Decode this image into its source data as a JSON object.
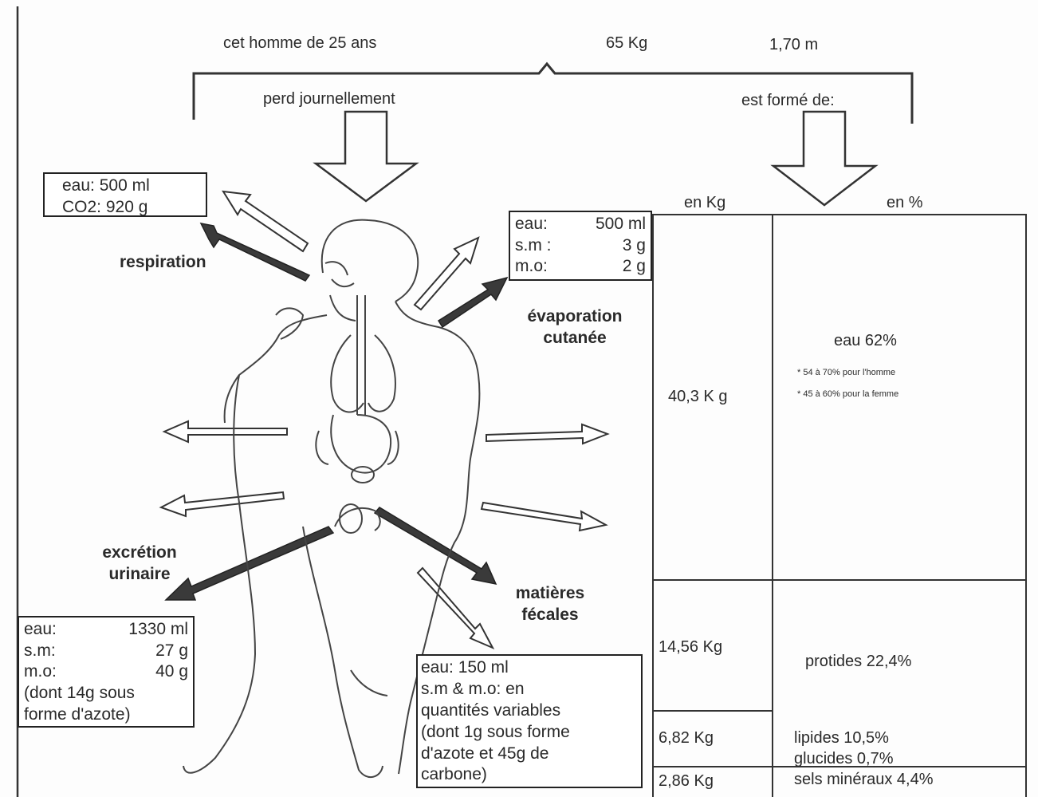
{
  "header": {
    "subject": "cet homme de 25 ans",
    "weight": "65 Kg",
    "height": "1,70 m",
    "loses_daily": "perd journellement",
    "consists_of": "est formé de:"
  },
  "losses": {
    "respiration": {
      "label": "respiration",
      "lines": [
        "eau: 500 ml",
        "CO2: 920 g"
      ]
    },
    "evaporation": {
      "label_line1": "évaporation",
      "label_line2": "cutanée",
      "rows": [
        {
          "name": "eau:",
          "value": "500 ml"
        },
        {
          "name": "s.m :",
          "value": "3 g"
        },
        {
          "name": "m.o:",
          "value": "2 g"
        }
      ]
    },
    "urinary": {
      "label_line1": "excrétion",
      "label_line2": "urinaire",
      "rows": [
        {
          "name": "eau:",
          "value": "1330 ml"
        },
        {
          "name": "s.m:",
          "value": "27 g"
        },
        {
          "name": "m.o:",
          "value": "40 g"
        }
      ],
      "note_line1": "(dont 14g sous",
      "note_line2": "forme d'azote)"
    },
    "fecal": {
      "label_line1": "matières",
      "label_line2": "fécales",
      "lines": [
        "eau: 150 ml",
        "s.m & m.o: en",
        "quantités variables",
        "(dont 1g sous forme",
        "d'azote et 45g de",
        "carbone)"
      ]
    }
  },
  "composition": {
    "col_kg": "en Kg",
    "col_pct": "en %",
    "water": {
      "kg": "40,3 K g",
      "pct": "eau 62%",
      "note_man": "* 54 à 70% pour l'homme",
      "note_woman": "* 45 à 60% pour la femme"
    },
    "proteins": {
      "kg": "14,56 Kg",
      "pct": "protides 22,4%"
    },
    "lipids": {
      "kg": "6,82 Kg",
      "pct": "lipides 10,5%",
      "pct2": "glucides 0,7%"
    },
    "minerals": {
      "kg": "2,86 Kg",
      "pct": "sels minéraux 4,4%"
    }
  }
}
